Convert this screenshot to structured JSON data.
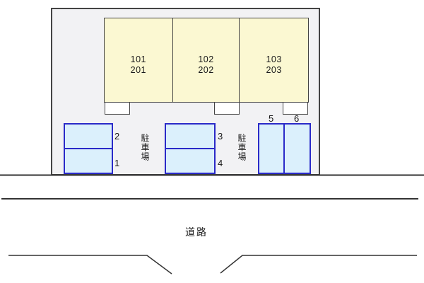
{
  "building": {
    "units": [
      {
        "first": "101",
        "second": "201"
      },
      {
        "first": "102",
        "second": "202"
      },
      {
        "first": "103",
        "second": "203"
      }
    ]
  },
  "parking": {
    "lot_label": "駐車場",
    "groups": [
      {
        "top_label": "2",
        "bottom_label": "1"
      },
      {
        "top_label": "3",
        "bottom_label": "4"
      },
      {
        "left_label": "5",
        "right_label": "6"
      }
    ]
  },
  "road": {
    "label": "道路"
  },
  "colors": {
    "property_fill": "#f2f2f4",
    "property_border": "#444444",
    "building_fill": "#fbf8d2",
    "building_border": "#444444",
    "step_fill": "#ffffff",
    "parking_fill": "#dbf0fc",
    "parking_border": "#2a2ac8",
    "road_line": "#333333",
    "text": "#1a1a1a"
  }
}
